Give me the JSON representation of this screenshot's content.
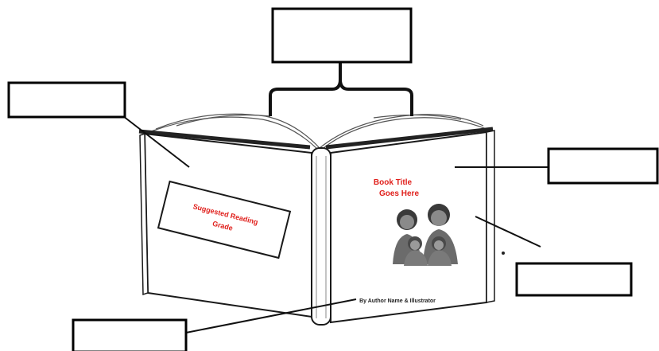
{
  "diagram": {
    "label_boxes": [
      {
        "id": "top",
        "text": ""
      },
      {
        "id": "upper-left",
        "text": ""
      },
      {
        "id": "right-upper",
        "text": ""
      },
      {
        "id": "right-lower",
        "text": ""
      },
      {
        "id": "bottom-left",
        "text": ""
      }
    ],
    "back_cover": {
      "sticker_text": [
        "Suggested Reading",
        "Grade"
      ]
    },
    "front_cover": {
      "title_lines": [
        "Book Title",
        "Goes Here"
      ],
      "byline": "By Author Name & Illustrator"
    },
    "colors": {
      "accent": "#e0201c",
      "outline": "#1a1a1a",
      "photo": "#6b6b6b"
    }
  }
}
